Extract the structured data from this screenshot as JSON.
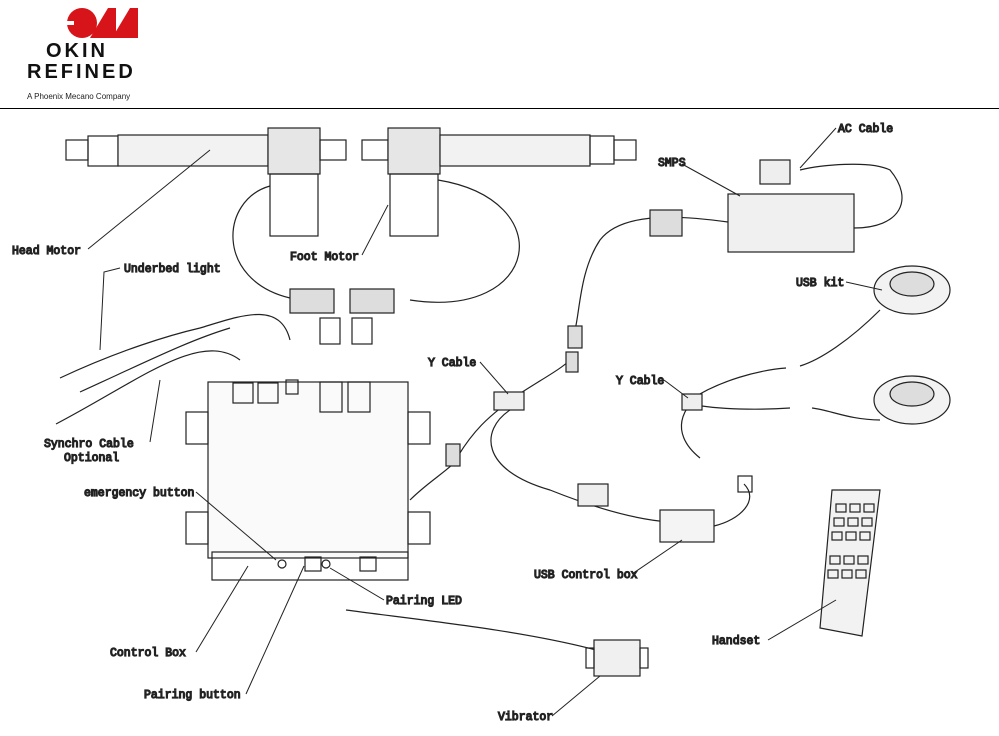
{
  "header": {
    "brand_line1": "OKIN",
    "brand_line2": "REFINED",
    "tagline": "A Phoenix Mecano Company",
    "brand_color": "#d7141a"
  },
  "labels": {
    "head_motor": "Head Motor",
    "foot_motor": "Foot Motor",
    "underbed_light": "Underbed light",
    "synchro_cable": "Synchro Cable",
    "optional": "Optional",
    "emergency_button": "emergency button",
    "control_box": "Control Box",
    "pairing_button": "Pairing button",
    "pairing_led": "Pairing LED",
    "y_cable_1": "Y Cable",
    "y_cable_2": "Y Cable",
    "smps": "SMPS",
    "ac_cable": "AC Cable",
    "usb_kit": "USB kit",
    "usb_control_box": "USB Control box",
    "handset": "Handset",
    "vibrator": "Vibrator"
  }
}
